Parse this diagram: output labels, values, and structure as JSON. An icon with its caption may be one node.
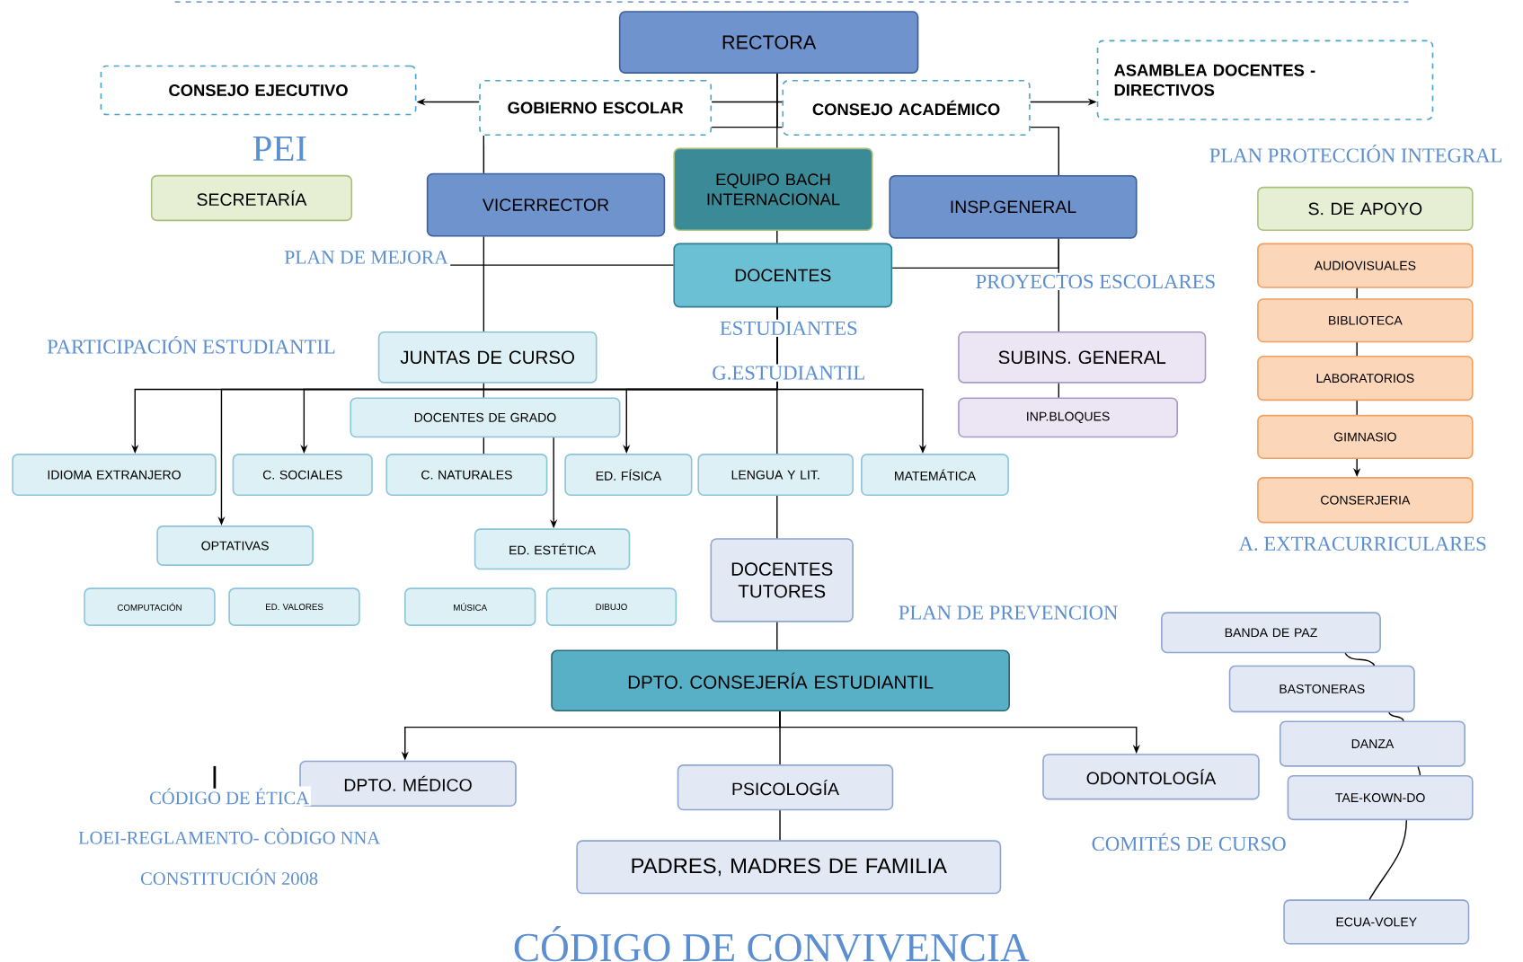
{
  "diagram": {
    "nodes": [
      {
        "text": [
          "RECTORA"
        ]
      },
      {
        "text": [
          "CONSEJO EJECUTIVO"
        ]
      },
      {
        "text": [
          "GOBIERNO ESCOLAR"
        ]
      },
      {
        "text": [
          "CONSEJO ACADÉMICO"
        ]
      },
      {
        "text": [
          "ASAMBLEA DOCENTES - DIRECTIVOS"
        ]
      },
      {
        "text": [
          "SECRETARÍA"
        ]
      },
      {
        "text": [
          "VICERRECTOR"
        ]
      },
      {
        "text": [
          "EQUIPO BACH INTERNACIONAL"
        ]
      },
      {
        "text": [
          "INSP.GENERAL"
        ]
      },
      {
        "text": [
          "S. DE APOYO"
        ]
      },
      {
        "text": [
          "AUDIOVISUALES"
        ]
      },
      {
        "text": [
          "DOCENTES"
        ]
      },
      {
        "text": [
          "BIBLIOTECA"
        ]
      },
      {
        "text": [
          "JUNTAS DE CURSO"
        ]
      },
      {
        "text": [
          "SUBINS. GENERAL"
        ]
      },
      {
        "text": [
          "LABORATORIOS"
        ]
      },
      {
        "text": [
          "DOCENTES DE GRADO"
        ]
      },
      {
        "text": [
          "INP.BLOQUES"
        ]
      },
      {
        "text": [
          "GIMNASIO"
        ]
      },
      {
        "text": [
          "IDIOMA EXTRANJERO"
        ]
      },
      {
        "text": [
          "C. SOCIALES"
        ]
      },
      {
        "text": [
          "C. NATURALES"
        ]
      },
      {
        "text": [
          "ED. FÍSICA"
        ]
      },
      {
        "text": [
          "LENGUA Y LIT."
        ]
      },
      {
        "text": [
          "MATEMÁTICA"
        ]
      },
      {
        "text": [
          "CONSERJERIA"
        ]
      },
      {
        "text": [
          "OPTATIVAS"
        ]
      },
      {
        "text": [
          "ED. ESTÉTICA"
        ]
      },
      {
        "text": [
          "DOCENTES TUTORES"
        ]
      },
      {
        "text": [
          "COMPUTACIÓN"
        ]
      },
      {
        "text": [
          "ED. VALORES"
        ]
      },
      {
        "text": [
          "MÚSICA"
        ]
      },
      {
        "text": [
          "DIBUJO"
        ]
      },
      {
        "text": [
          "BANDA DE PAZ"
        ]
      },
      {
        "text": [
          "DPTO. CONSEJERÍA ESTUDIANTIL"
        ]
      },
      {
        "text": [
          "BASTONERAS"
        ]
      },
      {
        "text": [
          "DANZA"
        ]
      },
      {
        "text": [
          "DPTO. MÉDICO"
        ]
      },
      {
        "text": [
          "PSICOLOGÍA"
        ]
      },
      {
        "text": [
          "ODONTOLOGÍA"
        ]
      },
      {
        "text": [
          "TAE-KOWN-DO"
        ]
      },
      {
        "text": [
          "PADRES, MADRES DE FAMILIA"
        ]
      },
      {
        "text": [
          "ECUA-VOLEY"
        ]
      },
      {
        "text": [
          "PLAN DE MEJORA"
        ]
      }
    ],
    "edges": [
      {
        "from": 0,
        "to": 7,
        "arrow": "none"
      },
      {
        "from": 2,
        "to": 1,
        "arrow": "to"
      },
      {
        "from": 2,
        "to": 3,
        "arrow": "none"
      },
      {
        "from": 0,
        "to": 2,
        "arrow": "none"
      },
      {
        "from": 0,
        "to": 3,
        "arrow": "none"
      },
      {
        "from": 3,
        "to": 4,
        "arrow": "to"
      },
      {
        "from": 3,
        "to": 8,
        "arrow": "none"
      },
      {
        "from": 2,
        "to": 6,
        "arrow": "none"
      },
      {
        "from": 7,
        "to": 11,
        "arrow": "none"
      },
      {
        "from": 6,
        "to": 13,
        "arrow": "none"
      },
      {
        "from": 11,
        "to": 43,
        "arrow": "none"
      },
      {
        "from": 11,
        "to": 8,
        "arrow": "none"
      },
      {
        "from": 8,
        "to": 14,
        "arrow": "none"
      },
      {
        "from": 14,
        "to": 17,
        "arrow": "none"
      },
      {
        "from": 13,
        "to": 16,
        "arrow": "none"
      },
      {
        "from": 16,
        "to": 21,
        "arrow": "none"
      },
      {
        "from": 16,
        "to": 27,
        "arrow": "to"
      },
      {
        "from": 11,
        "to": 23,
        "arrow": "none"
      },
      {
        "from": 11,
        "to": 19,
        "arrow": "to"
      },
      {
        "from": 11,
        "to": 20,
        "arrow": "to"
      },
      {
        "from": 11,
        "to": 22,
        "arrow": "to"
      },
      {
        "from": 11,
        "to": 24,
        "arrow": "to"
      },
      {
        "from": 11,
        "to": 26,
        "arrow": "to"
      },
      {
        "from": 23,
        "to": 28,
        "arrow": "none"
      },
      {
        "from": 28,
        "to": 34,
        "arrow": "none"
      },
      {
        "from": 34,
        "to": 38,
        "arrow": "none"
      },
      {
        "from": 38,
        "to": 41,
        "arrow": "none"
      },
      {
        "from": 34,
        "to": 37,
        "arrow": "to"
      },
      {
        "from": 34,
        "to": 39,
        "arrow": "to"
      },
      {
        "from": 10,
        "to": 12,
        "arrow": "none"
      },
      {
        "from": 12,
        "to": 15,
        "arrow": "none"
      },
      {
        "from": 15,
        "to": 18,
        "arrow": "none"
      },
      {
        "from": 18,
        "to": 25,
        "arrow": "to"
      },
      {
        "from": 33,
        "to": 35,
        "arrow": "none"
      },
      {
        "from": 35,
        "to": 36,
        "arrow": "none"
      },
      {
        "from": 36,
        "to": 40,
        "arrow": "none"
      },
      {
        "from": 40,
        "to": 42,
        "arrow": "none"
      }
    ],
    "labels": [
      "PEI",
      "PLAN PROTECCIÓN INTEGRAL",
      "PROYECTOS ESCOLARES",
      "ESTUDIANTES",
      "PARTICIPACIÓN ESTUDIANTIL",
      "G.ESTUDIANTIL",
      "A. EXTRACURRICULARES",
      "PLAN DE PREVENCION",
      "CÓDIGO DE ÉTICA",
      "LOEI-REGLAMENTO- CÒDIGO NNA",
      "COMITÉS DE CURSO",
      "CONSTITUCIÓN 2008",
      "CÓDIGO DE CONVIVENCIA"
    ]
  }
}
